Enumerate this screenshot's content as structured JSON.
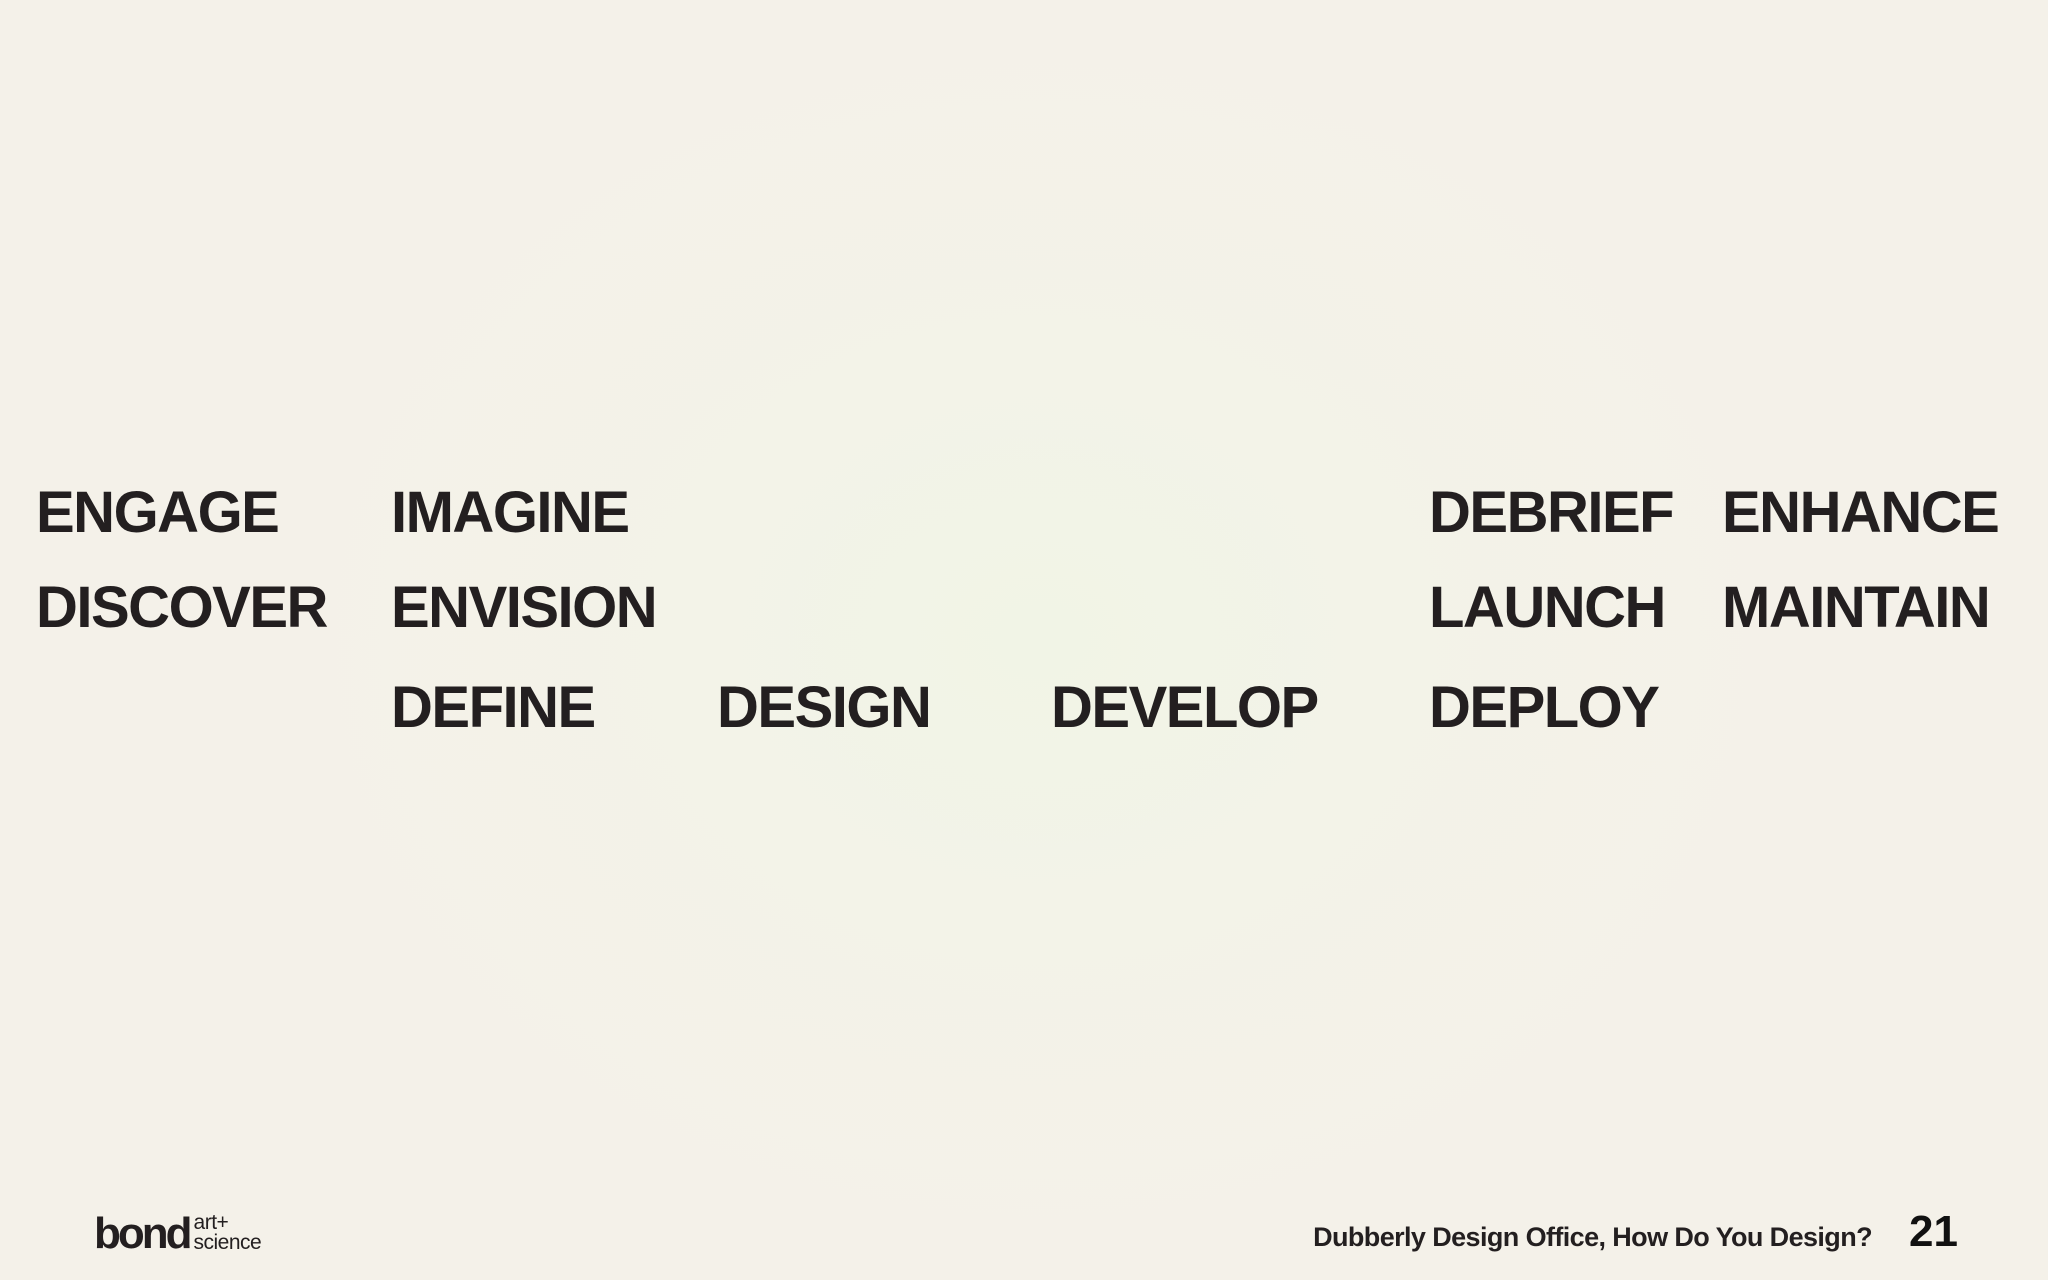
{
  "slide": {
    "columns": [
      {
        "words": [
          "ENGAGE",
          "DISCOVER"
        ]
      },
      {
        "words": [
          "IMAGINE",
          "ENVISION",
          "DEFINE"
        ]
      },
      {
        "words": [
          "DESIGN"
        ]
      },
      {
        "words": [
          "DEVELOP"
        ]
      },
      {
        "words": [
          "DEBRIEF",
          "LAUNCH",
          "DEPLOY"
        ]
      },
      {
        "words": [
          "ENHANCE",
          "MAINTAIN"
        ]
      }
    ]
  },
  "footer": {
    "logo_main": "bond",
    "logo_sub_top": "art+",
    "logo_sub_bottom": "science",
    "caption": "Dubberly Design Office, How Do You Design?",
    "page_number": "21"
  },
  "colors": {
    "text": "#231f20",
    "background": "#f3f3e8"
  }
}
